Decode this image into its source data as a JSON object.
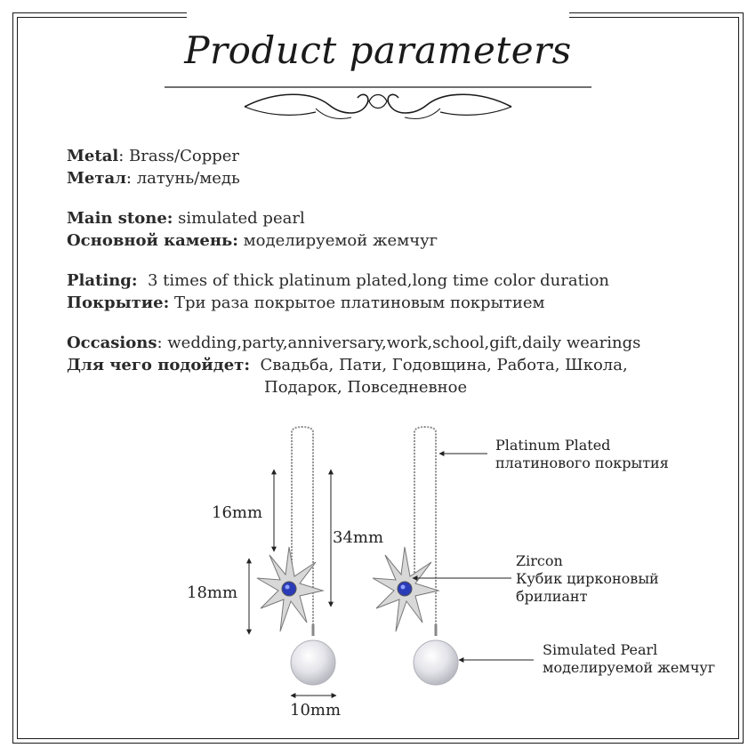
{
  "title": "Product parameters",
  "specs": [
    {
      "lines": [
        {
          "label": "Metal",
          "sep": ": ",
          "value": "Brass/Copper"
        },
        {
          "label": "Метал",
          "sep": ": ",
          "value": "латунь/медь"
        }
      ]
    },
    {
      "lines": [
        {
          "label": "Main stone:",
          "sep": " ",
          "value": "simulated pearl"
        },
        {
          "label": "Основной камень:",
          "sep": " ",
          "value": "моделируемой жемчуг"
        }
      ]
    },
    {
      "lines": [
        {
          "label": "Plating:",
          "sep": "  ",
          "value": "3 times of thick platinum plated,long time color duration"
        },
        {
          "label": "Покрытие:",
          "sep": " ",
          "value": "Три раза покрытое платиновым покрытием"
        }
      ]
    },
    {
      "lines": [
        {
          "label": "Occasions",
          "sep": ": ",
          "value": "wedding,party,anniversary,work,school,gift,daily wearings"
        },
        {
          "label": "Для чего подойдет:",
          "sep": "  ",
          "value": "Свадьба, Пати, Годовщина, Работа, Школа,"
        }
      ],
      "continuation": "Подарок, Повседневное"
    }
  ],
  "dimensions": {
    "chain_top": "16mm",
    "chain_total": "34mm",
    "star": "18mm",
    "pearl": "10mm"
  },
  "annotations": {
    "plating_en": "Platinum Plated",
    "plating_ru": "платинового покрытия",
    "zircon_en": "Zircon",
    "zircon_ru_1": "Кубик цирконовый",
    "zircon_ru_2": "брилиант",
    "pearl_en": "Simulated Pearl",
    "pearl_ru": "моделируемой жемчуг"
  },
  "colors": {
    "frame": "#1a1a1a",
    "silver": "#9a9a9a",
    "gem_blue": "#2a3bb8",
    "pearl": "#e9e9ee"
  }
}
